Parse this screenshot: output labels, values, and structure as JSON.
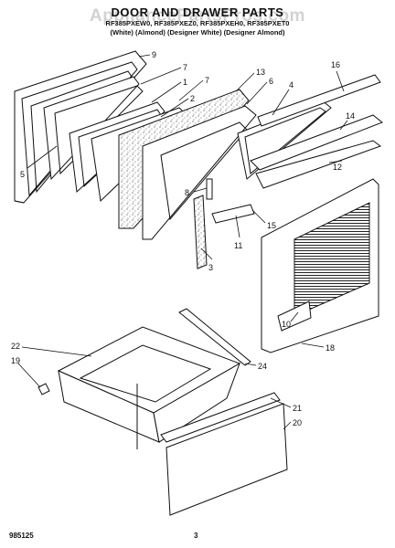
{
  "header": {
    "watermark": "AppliancePartsPros.com",
    "title": "DOOR AND DRAWER PARTS",
    "models": "RF385PXEW0, RF385PXEZ0, RF385PXEH0, RF385PXET0",
    "colors": "(White) (Almond) (Designer White) (Designer Almond)"
  },
  "footer": {
    "code": "985125",
    "page": "3"
  },
  "callouts": [
    "9",
    "7",
    "1",
    "2",
    "7",
    "13",
    "6",
    "4",
    "16",
    "14",
    "12",
    "15",
    "11",
    "3",
    "8",
    "5",
    "10",
    "18",
    "22",
    "19",
    "24",
    "21",
    "20"
  ],
  "colors": {
    "line": "#111111",
    "fill": "#ffffff",
    "speckle": "#444444"
  }
}
